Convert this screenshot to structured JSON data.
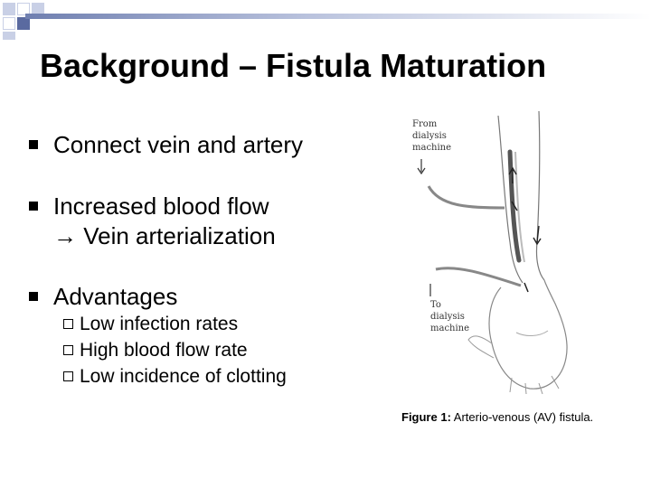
{
  "title": "Background – Fistula Maturation",
  "bullets": [
    {
      "text": "Connect vein and artery"
    },
    {
      "text": "Increased blood flow",
      "text2": "→ Vein arterialization"
    },
    {
      "text": "Advantages"
    }
  ],
  "sub_bullets": [
    "Low infection rates",
    "High blood flow rate",
    "Low incidence of clotting"
  ],
  "figure": {
    "label_from": [
      "From",
      "dialysis",
      "machine"
    ],
    "label_to": [
      "To",
      "dialysis",
      "machine"
    ],
    "caption_bold": "Figure 1:",
    "caption_text": " Arterio-venous (AV) fistula."
  },
  "colors": {
    "deco_dark": "#5a6aa0",
    "deco_light": "#c9d0e6",
    "rule": "#6f7fb0"
  }
}
